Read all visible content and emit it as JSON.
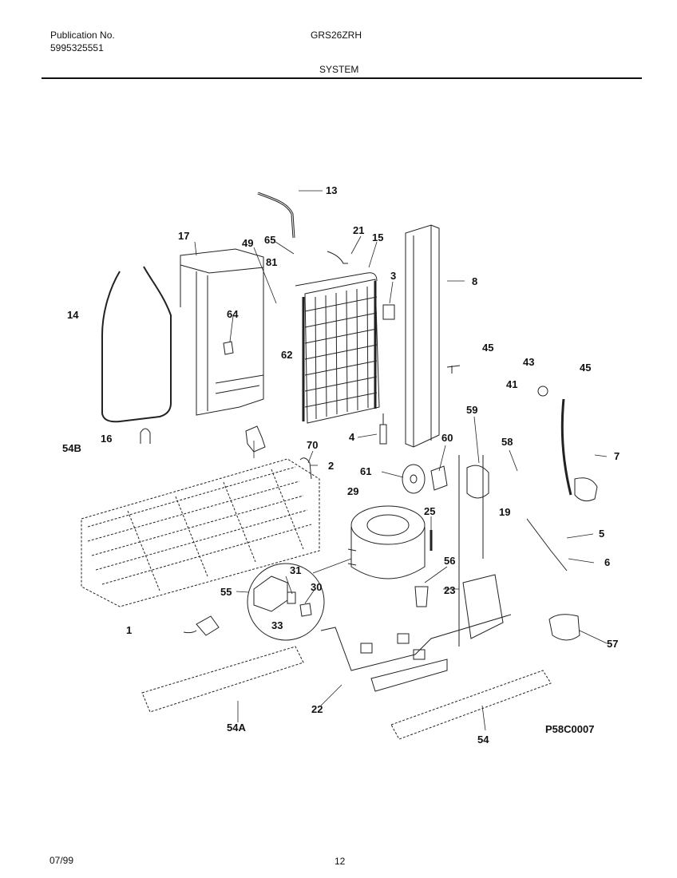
{
  "header": {
    "publication_label": "Publication No.",
    "publication_number": "5995325551",
    "model": "GRS26ZRH",
    "section": "SYSTEM"
  },
  "diagram": {
    "reference_code": "P58C0007",
    "callouts": [
      "13",
      "17",
      "49",
      "65",
      "21",
      "15",
      "81",
      "3",
      "8",
      "14",
      "64",
      "62",
      "45",
      "43",
      "45",
      "41",
      "16",
      "54B",
      "70",
      "60",
      "59",
      "4",
      "58",
      "7",
      "2",
      "61",
      "29",
      "25",
      "19",
      "5",
      "31",
      "55",
      "56",
      "6",
      "30",
      "23",
      "33",
      "1",
      "57",
      "22",
      "54A",
      "54"
    ]
  },
  "footer": {
    "date": "07/99",
    "page": "12"
  }
}
